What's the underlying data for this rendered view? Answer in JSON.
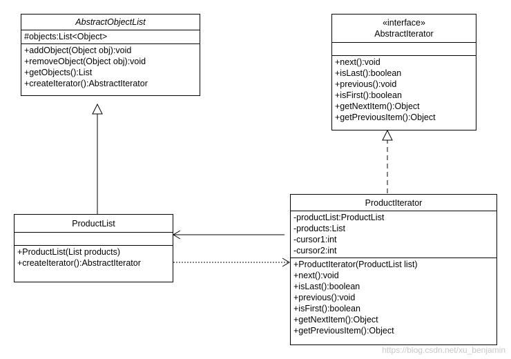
{
  "classes": {
    "abstract_object_list": {
      "name": "AbstractObjectList",
      "attributes": [
        "#objects:List<Object>"
      ],
      "operations": [
        "+addObject(Object obj):void",
        "+removeObject(Object obj):void",
        "+getObjects():List",
        "+createIterator():AbstractIterator"
      ]
    },
    "abstract_iterator": {
      "stereotype": "«interface»",
      "name": "AbstractIterator",
      "attributes": [],
      "operations": [
        "+next():void",
        "+isLast():boolean",
        "+previous():void",
        "+isFirst():boolean",
        "+getNextItem():Object",
        "+getPreviousItem():Object"
      ]
    },
    "product_list": {
      "name": "ProductList",
      "attributes": [],
      "operations": [
        "+ProductList(List products)",
        "+createIterator():AbstractIterator"
      ]
    },
    "product_iterator": {
      "name": "ProductIterator",
      "attributes": [
        "-productList:ProductList",
        "-products:List",
        "-cursor1:int",
        "-cursor2:int"
      ],
      "operations": [
        "+ProductIterator(ProductList list)",
        "+next():void",
        "+isLast():boolean",
        "+previous():void",
        "+isFirst():boolean",
        "+getNextItem():Object",
        "+getPreviousItem():Object"
      ]
    }
  },
  "watermark": "https://blog.csdn.net/xu_benjamin"
}
